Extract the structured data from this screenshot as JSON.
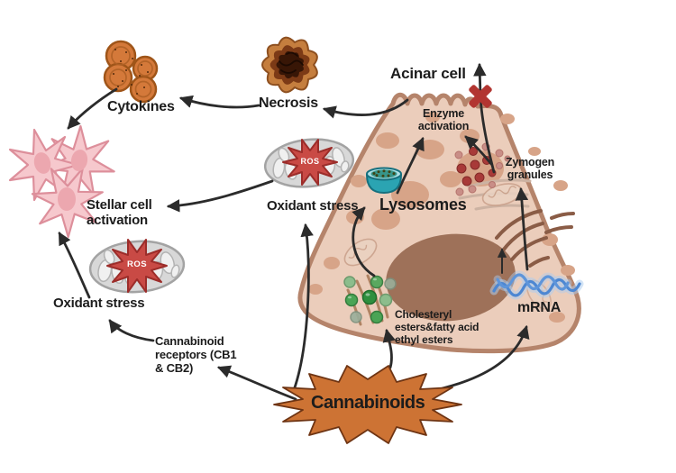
{
  "diagram": {
    "labels": {
      "acinar_cell": "Acinar cell",
      "enzyme_activation": "Enzyme\nactivation",
      "zymogen_granules": "Zymogen\ngranules",
      "lysosomes": "Lysosomes",
      "mrna": "mRNA",
      "cholesteryl_esters": "Cholesteryl\nesters&fatty acid\nethyl esters",
      "oxidant_stress_right": "Oxidant stress",
      "oxidant_stress_left": "Oxidant stress",
      "stellar_cell_activation": "Stellar cell\nactivation",
      "cytokines": "Cytokines",
      "necrosis": "Necrosis",
      "cannabinoid_receptors": "Cannabinoid\nreceptors (CB1\n& CB2)",
      "cannabinoids": "Cannabinoids",
      "ros": "ROS"
    },
    "colors": {
      "cell_fill": "#ebcdbb",
      "cell_outline": "#b5846b",
      "cell_spot": "#d7a488",
      "nucleus": "#9e7159",
      "er_brown": "#8a5c46",
      "cytokines_orange": "#d4793a",
      "necrosis_outer": "#c57e3e",
      "necrosis_core": "#381606",
      "stellar_pink": "#f6c8cd",
      "stellar_outline": "#dd8f9b",
      "mitochondria_gray": "#d8d8d8",
      "ros_red": "#c94a45",
      "lysosome_teal": "#2ba4b2",
      "mrna_blue": "#4d87d2",
      "zymogen_red": "#a83a38",
      "ester_green": "#46a050",
      "cannabinoids_orange": "#cd7334",
      "block_x_red": "#b23531",
      "arrow": "#2b2b2b"
    }
  }
}
